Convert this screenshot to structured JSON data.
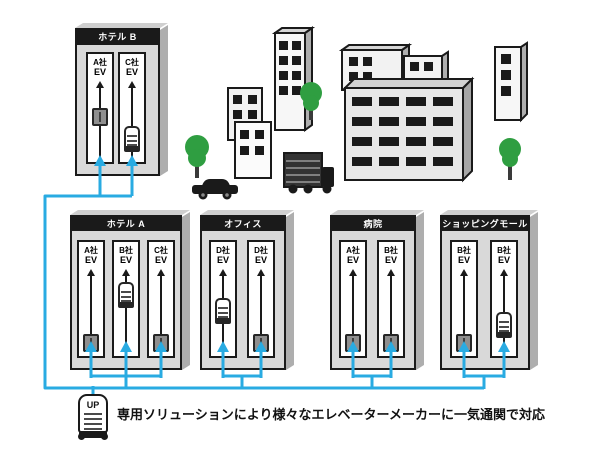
{
  "colors": {
    "accent_blue": "#29abe2",
    "building_gray": "#d9d9d9",
    "side_gray": "#aeaeae",
    "tree_green": "#2f9e41",
    "ink": "#1a1a1a"
  },
  "hotel_b": {
    "label": "ホテル B",
    "shafts": [
      {
        "company": "A社",
        "ev": "EV"
      },
      {
        "company": "C社",
        "ev": "EV"
      }
    ]
  },
  "buildings": [
    {
      "label": "ホテル A",
      "shafts": [
        {
          "company": "A社",
          "ev": "EV"
        },
        {
          "company": "B社",
          "ev": "EV"
        },
        {
          "company": "C社",
          "ev": "EV"
        }
      ]
    },
    {
      "label": "オフィス",
      "shafts": [
        {
          "company": "D社",
          "ev": "EV"
        },
        {
          "company": "D社",
          "ev": "EV"
        }
      ]
    },
    {
      "label": "病院",
      "shafts": [
        {
          "company": "A社",
          "ev": "EV"
        },
        {
          "company": "B社",
          "ev": "EV"
        }
      ]
    },
    {
      "label": "ショッピングモール",
      "shafts": [
        {
          "company": "B社",
          "ev": "EV"
        },
        {
          "company": "B社",
          "ev": "EV"
        }
      ]
    }
  ],
  "robot": {
    "label": "UP"
  },
  "caption": "専用ソリューションにより様々なエレベーターメーカーに一気通関で対応"
}
